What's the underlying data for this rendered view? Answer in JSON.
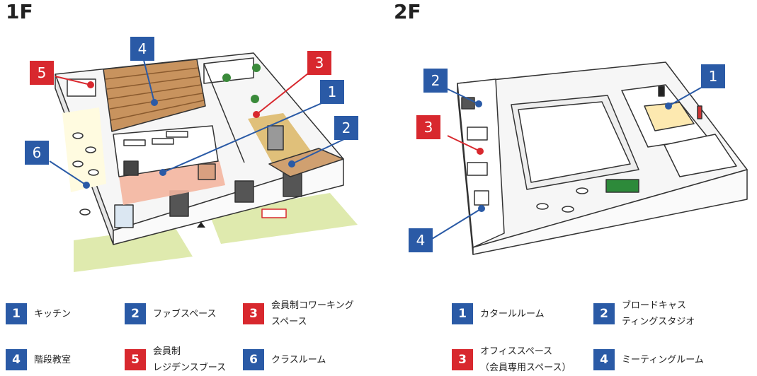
{
  "floors": [
    {
      "title": "1F"
    },
    {
      "title": "2F"
    }
  ],
  "colors": {
    "blue": "#2a5aa6",
    "red": "#d8282e",
    "grass": "#dfeaae",
    "wood": "#c8935e",
    "highlight": "#f4b6a0"
  },
  "map_pins": {
    "f1": [
      {
        "num": "4",
        "color": "blue"
      },
      {
        "num": "5",
        "color": "red"
      },
      {
        "num": "3",
        "color": "red"
      },
      {
        "num": "1",
        "color": "blue"
      },
      {
        "num": "2",
        "color": "blue"
      },
      {
        "num": "6",
        "color": "blue"
      }
    ],
    "f2": [
      {
        "num": "2",
        "color": "blue"
      },
      {
        "num": "1",
        "color": "blue"
      },
      {
        "num": "3",
        "color": "red"
      },
      {
        "num": "4",
        "color": "blue"
      }
    ]
  },
  "legend_1f": [
    {
      "num": "1",
      "color": "blue",
      "label": "キッチン"
    },
    {
      "num": "2",
      "color": "blue",
      "label": "ファブスペース"
    },
    {
      "num": "3",
      "color": "red",
      "label": "会員制コワーキング\nスペース"
    },
    {
      "num": "4",
      "color": "blue",
      "label": "階段教室"
    },
    {
      "num": "5",
      "color": "red",
      "label": "会員制\nレジデンスブース"
    },
    {
      "num": "6",
      "color": "blue",
      "label": "クラスルーム"
    }
  ],
  "legend_2f": [
    {
      "num": "1",
      "color": "blue",
      "label": "カタールルーム"
    },
    {
      "num": "2",
      "color": "blue",
      "label": "ブロードキャス\nティングスタジオ"
    },
    {
      "num": "3",
      "color": "red",
      "label": "オフィススペース\n（会員専用スペース）"
    },
    {
      "num": "4",
      "color": "blue",
      "label": "ミーティングルーム"
    }
  ]
}
